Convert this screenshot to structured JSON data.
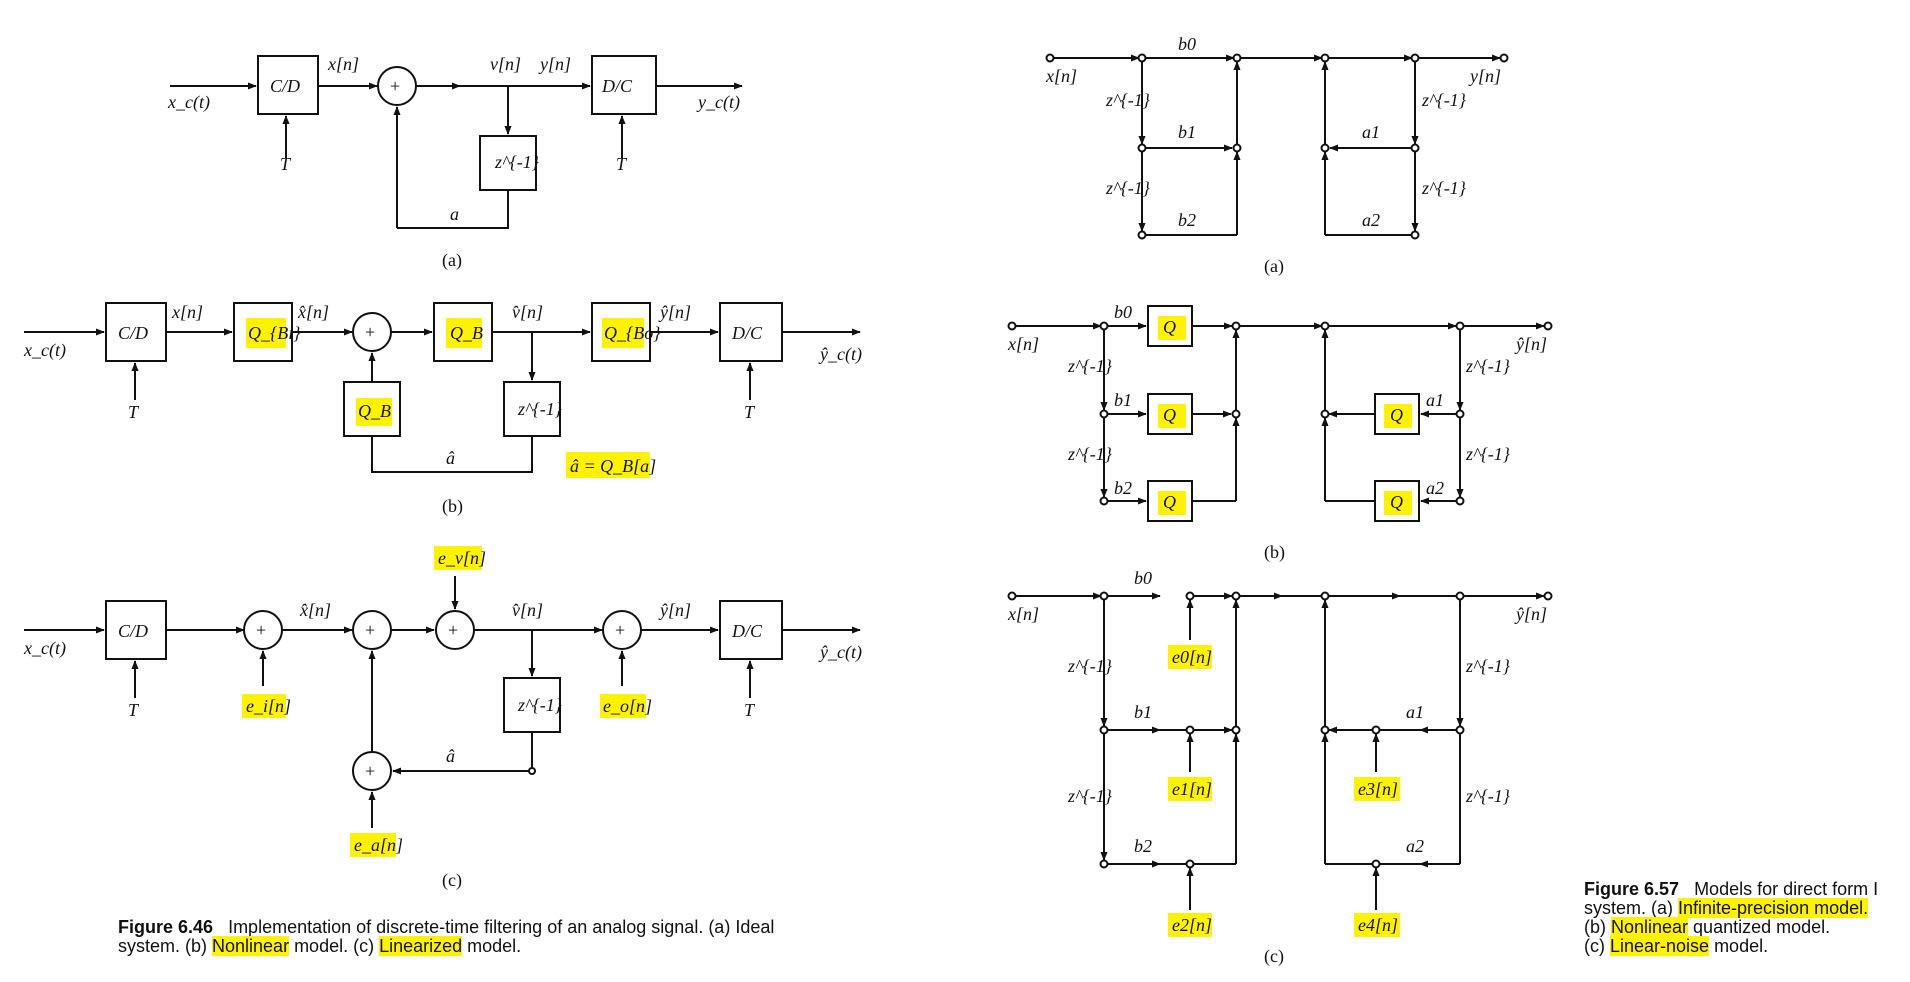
{
  "fig646": {
    "caption_num": "Figure 6.46",
    "caption_text": "Implementation of discrete-time filtering of an analog signal. (a) Ideal",
    "caption_line2_a": "system. (b) ",
    "caption_hl1": "Nonlinear",
    "caption_line2_b": " model. (c) ",
    "caption_hl2": "Linearized",
    "caption_line2_c": " model.",
    "a": {
      "xc": "x_c(t)",
      "cd": "C/D",
      "T1": "T",
      "xn": "x[n]",
      "plus": "+",
      "vn": "v[n]",
      "yn": "y[n]",
      "dc": "D/C",
      "T2": "T",
      "yc": "y_c(t)",
      "zinv": "z^{-1}",
      "a": "a",
      "label": "(a)"
    },
    "b": {
      "xc": "x_c(t)",
      "cd": "C/D",
      "T1": "T",
      "xn": "x[n]",
      "qbi": "Q_{Bi}",
      "xhat": "x̂[n]",
      "plus": "+",
      "qb1": "Q_B",
      "vhat": "v̂[n]",
      "qbo": "Q_{Bo}",
      "yhat": "ŷ[n]",
      "dc": "D/C",
      "T2": "T",
      "yc": "ŷ_c(t)",
      "qb2": "Q_B",
      "zinv": "z^{-1}",
      "ahat": "â",
      "ahat_eq": "â = Q_B[a]",
      "label": "(b)"
    },
    "c": {
      "xc": "x_c(t)",
      "cd": "C/D",
      "T1": "T",
      "xhat": "x̂[n]",
      "plus": "+",
      "ev": "e_v[n]",
      "vhat": "v̂[n]",
      "yhat": "ŷ[n]",
      "dc": "D/C",
      "T2": "T",
      "yc": "ŷ_c(t)",
      "ei": "e_i[n]",
      "eo": "e_o[n]",
      "zinv": "z^{-1}",
      "ahat": "â",
      "ea": "e_a[n]",
      "label": "(c)"
    }
  },
  "fig657": {
    "caption_num": "Figure 6.57",
    "caption_l1": "Models for direct form I",
    "caption_l2a": "system. (a) ",
    "caption_l2hl": "Infinite-precision model.",
    "caption_l3a": "(b) ",
    "caption_l3hl": "Nonlinear",
    "caption_l3b": " quantized model.",
    "caption_l4a": "(c) ",
    "caption_l4hl": "Linear-noise",
    "caption_l4b": " model.",
    "a": {
      "xn": "x[n]",
      "yn": "y[n]",
      "b0": "b0",
      "b1": "b1",
      "b2": "b2",
      "a1": "a1",
      "a2": "a2",
      "z": "z^{-1}",
      "label": "(a)"
    },
    "b": {
      "xn": "x[n]",
      "yn": "ŷ[n]",
      "b0": "b0",
      "b1": "b1",
      "b2": "b2",
      "a1": "a1",
      "a2": "a2",
      "q": "Q",
      "z": "z^{-1}",
      "label": "(b)"
    },
    "c": {
      "xn": "x[n]",
      "yn": "ŷ[n]",
      "b0": "b0",
      "b1": "b1",
      "b2": "b2",
      "a1": "a1",
      "a2": "a2",
      "e0": "e0[n]",
      "e1": "e1[n]",
      "e2": "e2[n]",
      "e3": "e3[n]",
      "e4": "e4[n]",
      "z": "z^{-1}",
      "label": "(c)"
    }
  },
  "colors": {
    "highlight": "#fff200",
    "ink": "#111111"
  }
}
